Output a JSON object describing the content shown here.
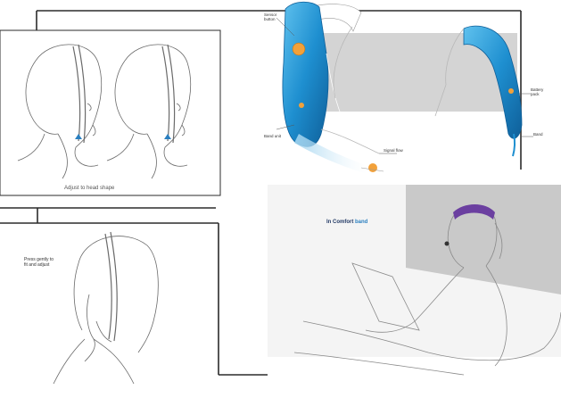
{
  "colors": {
    "sheet_line": "#2b2b2b",
    "sketch_line": "#6a6a6a",
    "band_blue": "#1e8fd0",
    "band_blue_dark": "#0f5f99",
    "band_glow": "#9fd3ef",
    "pod_orange": "#f2a13a",
    "panel_gray": "#d4d4d4",
    "photo_bg": "#f4f4f4",
    "headband_purple": "#6b3fa0",
    "brand_accent": "#2a7fc0"
  },
  "panels": {
    "top_left": {
      "caption": "Adjust to head shape"
    },
    "top_right": {
      "callouts": {
        "top_pod": "Sensor\nbutton",
        "left_mid": "Band unit",
        "cable": "Signal flow",
        "right_pod": "Battery\npack",
        "right_bottom": "Band"
      }
    },
    "bottom_left": {
      "note": "Press gently to\nfit and adjust"
    },
    "bottom_right": {
      "brand_prefix": "In Comfort ",
      "brand_accent": "band"
    }
  },
  "icons": [
    "sketch-head-icon",
    "headband-icon",
    "reading-person-icon"
  ]
}
